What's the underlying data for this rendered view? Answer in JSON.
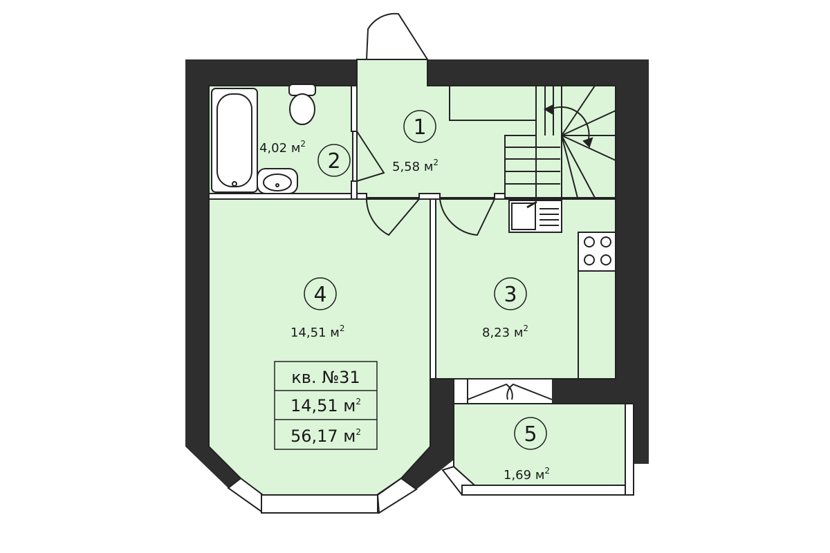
{
  "colors": {
    "floor": "#dcf5d9",
    "wall": "#2e2e2e",
    "line": "#222222",
    "background": "#ffffff"
  },
  "rooms": [
    {
      "number": "1",
      "area": "5,58",
      "unit": "м",
      "power": "2"
    },
    {
      "number": "2",
      "area": "4,02",
      "unit": "м",
      "power": "2"
    },
    {
      "number": "3",
      "area": "8,23",
      "unit": "м",
      "power": "2"
    },
    {
      "number": "4",
      "area": "14,51",
      "unit": "м",
      "power": "2"
    },
    {
      "number": "5",
      "area": "1,69",
      "unit": "м",
      "power": "2"
    }
  ],
  "apartment": {
    "label": "кв. №31",
    "living_area": "14,51",
    "total_area": "56,17",
    "unit": "м",
    "power": "2"
  },
  "icons": [
    "bathtub-icon",
    "toilet-icon",
    "sink-icon",
    "kitchen-sink-icon",
    "stove-icon",
    "staircase-icon"
  ]
}
